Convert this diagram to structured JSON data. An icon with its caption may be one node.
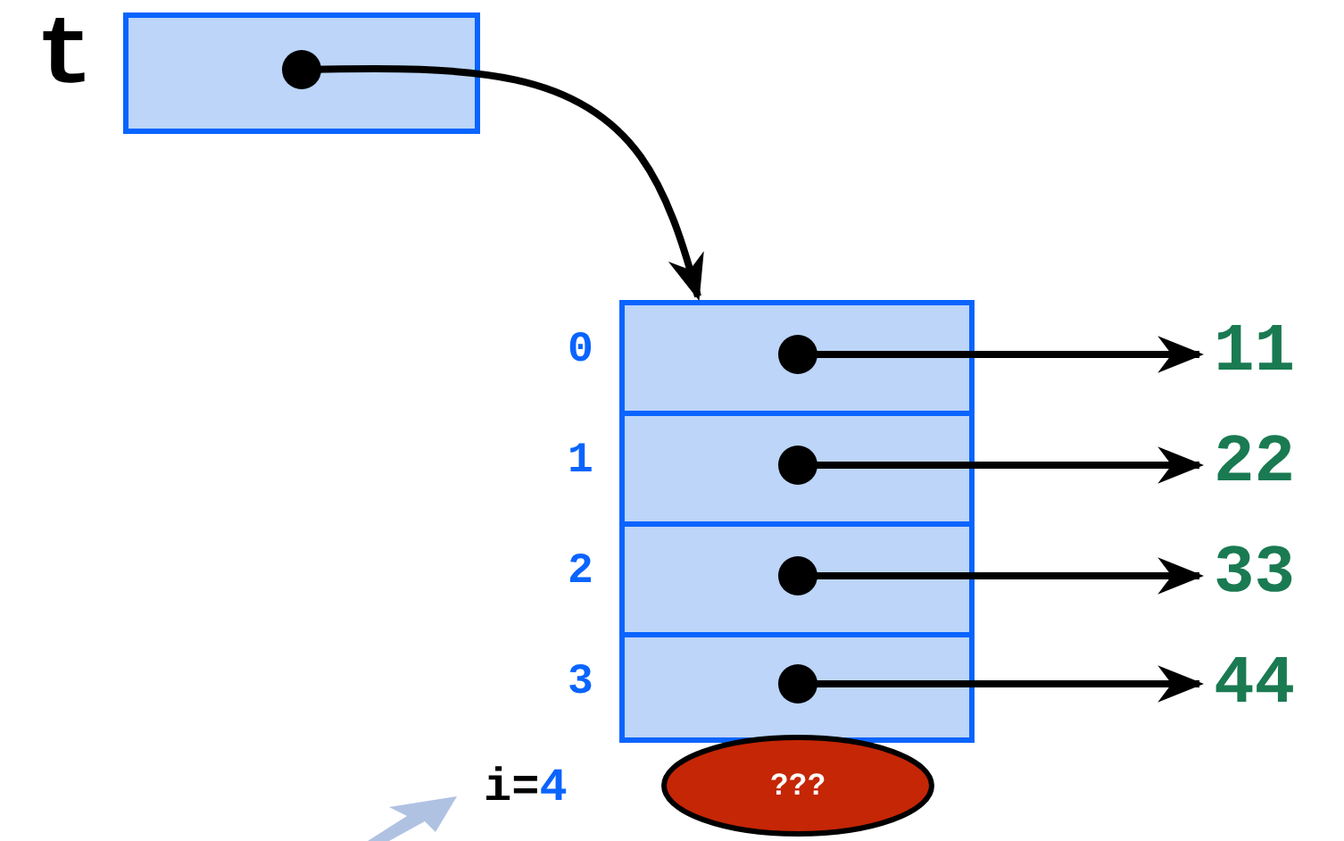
{
  "diagram": {
    "nodes": [
      {
        "text": [],
        "shape": "box",
        "beside": [
          "t"
        ]
      },
      {
        "text": [],
        "shape": "box",
        "beside": [
          "0"
        ]
      },
      {
        "text": [],
        "shape": "box",
        "beside": [
          "1"
        ]
      },
      {
        "text": [],
        "shape": "box",
        "beside": [
          "2"
        ]
      },
      {
        "text": [],
        "shape": "box",
        "beside": [
          "3"
        ]
      },
      {
        "text": [
          "11"
        ]
      },
      {
        "text": [
          "22"
        ]
      },
      {
        "text": [
          "33"
        ]
      },
      {
        "text": [
          "44"
        ]
      },
      {
        "text": [
          "???"
        ]
      }
    ],
    "edges": [
      {
        "from": 0,
        "to": 1,
        "arrow": "to"
      },
      {
        "from": 1,
        "to": 5,
        "arrow": "to"
      },
      {
        "from": 2,
        "to": 6,
        "arrow": "to"
      },
      {
        "from": 3,
        "to": 7,
        "arrow": "to"
      },
      {
        "from": 4,
        "to": 8,
        "arrow": "to"
      }
    ],
    "labels": [
      "i=4"
    ]
  }
}
